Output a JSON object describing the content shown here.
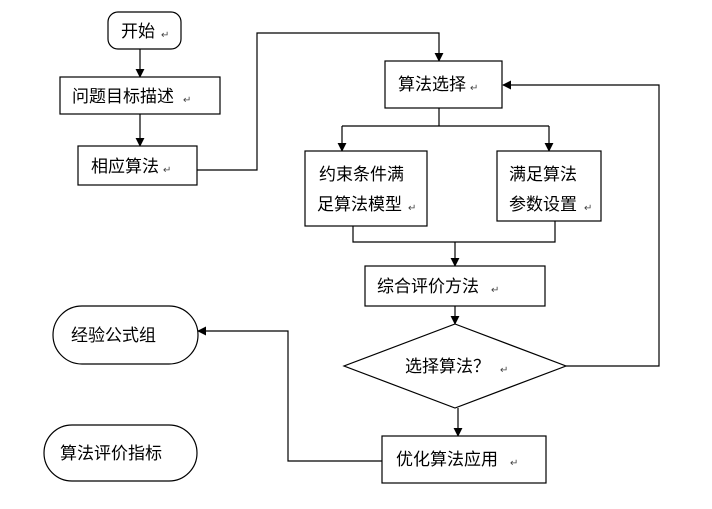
{
  "nodes": {
    "start": "开始",
    "problem": "问题目标描述",
    "algo": "相应算法",
    "select": "算法选择",
    "constraint_1": "约束条件满",
    "constraint_2": "足算法模型",
    "param_1": "满足算法",
    "param_2": "参数设置",
    "eval": "综合评价方法",
    "decision": "选择算法？",
    "optimize": "优化算法应用",
    "formula": "经验公式组",
    "metrics": "算法评价指标"
  },
  "para_mark": "↵"
}
